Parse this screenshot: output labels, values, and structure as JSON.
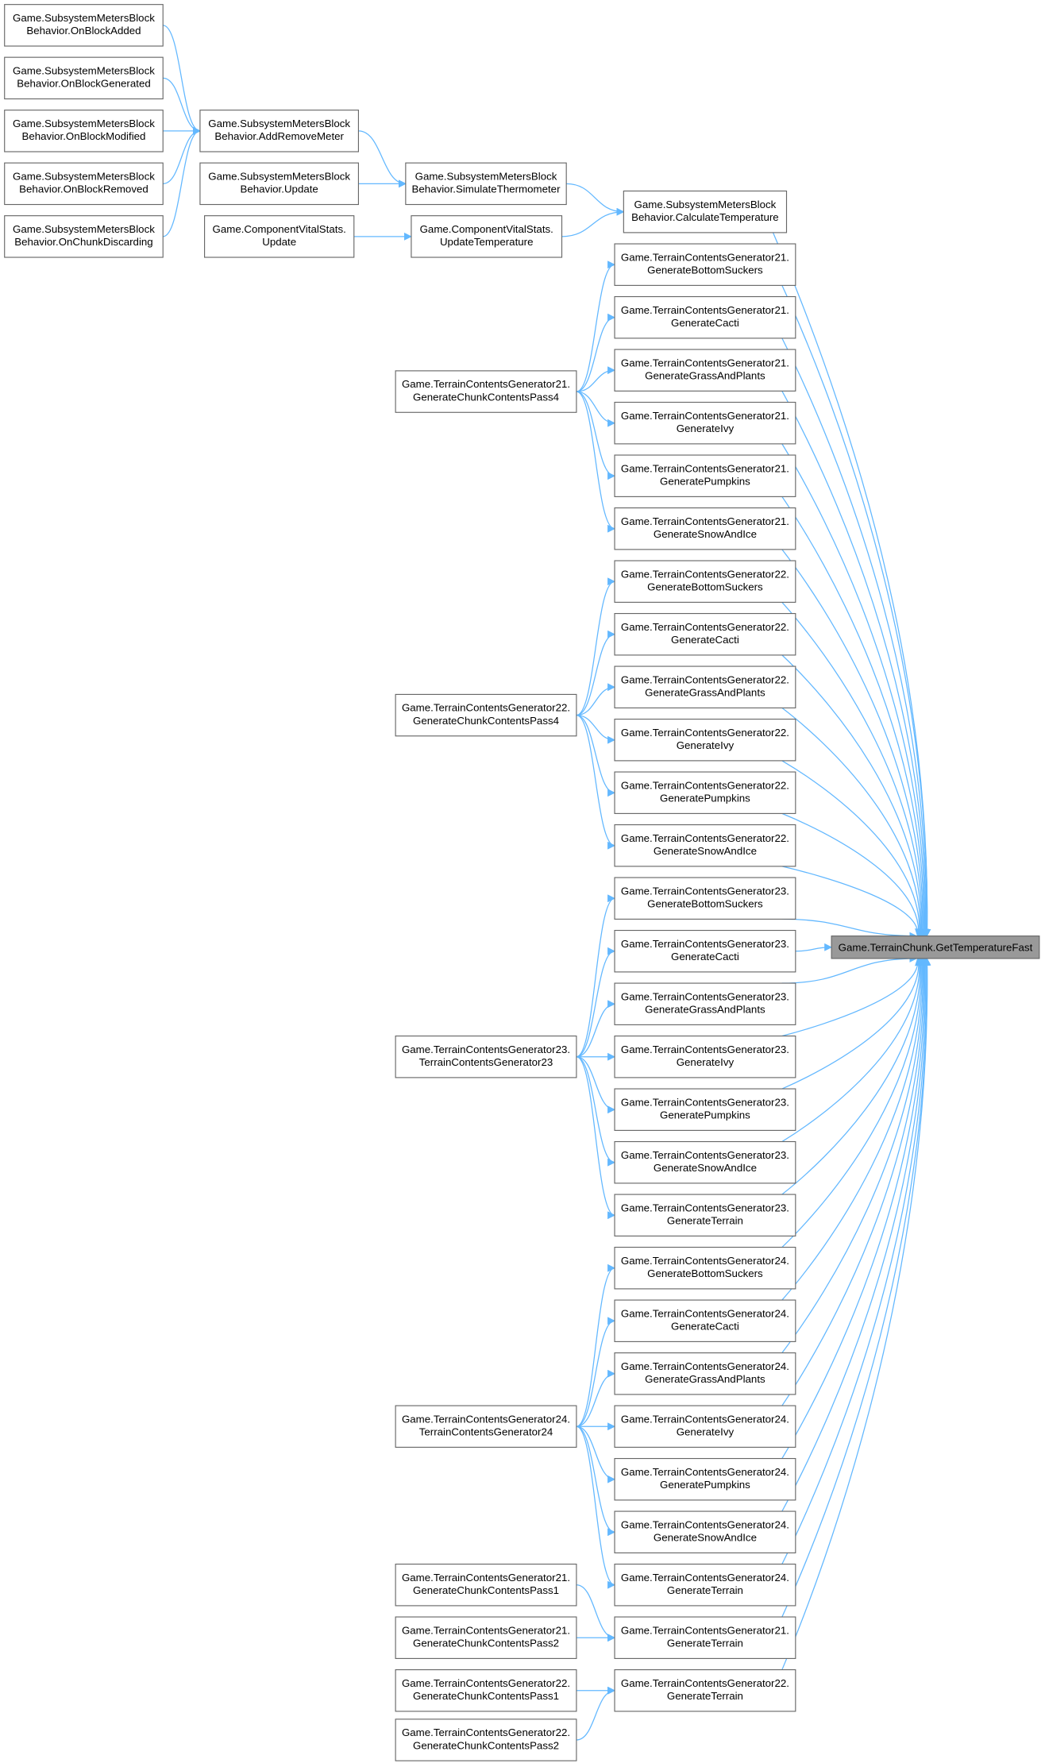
{
  "title": "Game.TerrainChunk.GetTemperatureFast caller graph",
  "colors": {
    "edge": "#63b8ff",
    "node_border": "#666666",
    "target_fill": "#999999"
  },
  "nodes": {
    "onBlockAdded": {
      "l1": "Game.SubsystemMetersBlock",
      "l2": "Behavior.OnBlockAdded"
    },
    "onBlockGenerated": {
      "l1": "Game.SubsystemMetersBlock",
      "l2": "Behavior.OnBlockGenerated"
    },
    "onBlockModified": {
      "l1": "Game.SubsystemMetersBlock",
      "l2": "Behavior.OnBlockModified"
    },
    "onBlockRemoved": {
      "l1": "Game.SubsystemMetersBlock",
      "l2": "Behavior.OnBlockRemoved"
    },
    "onChunkDiscarding": {
      "l1": "Game.SubsystemMetersBlock",
      "l2": "Behavior.OnChunkDiscarding"
    },
    "addRemoveMeter": {
      "l1": "Game.SubsystemMetersBlock",
      "l2": "Behavior.AddRemoveMeter"
    },
    "behaviorUpdate": {
      "l1": "Game.SubsystemMetersBlock",
      "l2": "Behavior.Update"
    },
    "vitalUpdate": {
      "l1": "Game.ComponentVitalStats.",
      "l2": "Update"
    },
    "simThermo": {
      "l1": "Game.SubsystemMetersBlock",
      "l2": "Behavior.SimulateThermometer"
    },
    "updateTemp": {
      "l1": "Game.ComponentVitalStats.",
      "l2": "UpdateTemperature"
    },
    "calcTemp": {
      "l1": "Game.SubsystemMetersBlock",
      "l2": "Behavior.CalculateTemperature"
    },
    "g21_bs": {
      "l1": "Game.TerrainContentsGenerator21.",
      "l2": "GenerateBottomSuckers"
    },
    "g21_ca": {
      "l1": "Game.TerrainContentsGenerator21.",
      "l2": "GenerateCacti"
    },
    "g21_gp": {
      "l1": "Game.TerrainContentsGenerator21.",
      "l2": "GenerateGrassAndPlants"
    },
    "g21_iv": {
      "l1": "Game.TerrainContentsGenerator21.",
      "l2": "GenerateIvy"
    },
    "g21_pu": {
      "l1": "Game.TerrainContentsGenerator21.",
      "l2": "GeneratePumpkins"
    },
    "g21_si": {
      "l1": "Game.TerrainContentsGenerator21.",
      "l2": "GenerateSnowAndIce"
    },
    "g22_bs": {
      "l1": "Game.TerrainContentsGenerator22.",
      "l2": "GenerateBottomSuckers"
    },
    "g22_ca": {
      "l1": "Game.TerrainContentsGenerator22.",
      "l2": "GenerateCacti"
    },
    "g22_gp": {
      "l1": "Game.TerrainContentsGenerator22.",
      "l2": "GenerateGrassAndPlants"
    },
    "g22_iv": {
      "l1": "Game.TerrainContentsGenerator22.",
      "l2": "GenerateIvy"
    },
    "g22_pu": {
      "l1": "Game.TerrainContentsGenerator22.",
      "l2": "GeneratePumpkins"
    },
    "g22_si": {
      "l1": "Game.TerrainContentsGenerator22.",
      "l2": "GenerateSnowAndIce"
    },
    "g23_bs": {
      "l1": "Game.TerrainContentsGenerator23.",
      "l2": "GenerateBottomSuckers"
    },
    "g23_ca": {
      "l1": "Game.TerrainContentsGenerator23.",
      "l2": "GenerateCacti"
    },
    "g23_gp": {
      "l1": "Game.TerrainContentsGenerator23.",
      "l2": "GenerateGrassAndPlants"
    },
    "g23_iv": {
      "l1": "Game.TerrainContentsGenerator23.",
      "l2": "GenerateIvy"
    },
    "g23_pu": {
      "l1": "Game.TerrainContentsGenerator23.",
      "l2": "GeneratePumpkins"
    },
    "g23_si": {
      "l1": "Game.TerrainContentsGenerator23.",
      "l2": "GenerateSnowAndIce"
    },
    "g23_te": {
      "l1": "Game.TerrainContentsGenerator23.",
      "l2": "GenerateTerrain"
    },
    "g24_bs": {
      "l1": "Game.TerrainContentsGenerator24.",
      "l2": "GenerateBottomSuckers"
    },
    "g24_ca": {
      "l1": "Game.TerrainContentsGenerator24.",
      "l2": "GenerateCacti"
    },
    "g24_gp": {
      "l1": "Game.TerrainContentsGenerator24.",
      "l2": "GenerateGrassAndPlants"
    },
    "g24_iv": {
      "l1": "Game.TerrainContentsGenerator24.",
      "l2": "GenerateIvy"
    },
    "g24_pu": {
      "l1": "Game.TerrainContentsGenerator24.",
      "l2": "GeneratePumpkins"
    },
    "g24_si": {
      "l1": "Game.TerrainContentsGenerator24.",
      "l2": "GenerateSnowAndIce"
    },
    "g24_te": {
      "l1": "Game.TerrainContentsGenerator24.",
      "l2": "GenerateTerrain"
    },
    "g21_te": {
      "l1": "Game.TerrainContentsGenerator21.",
      "l2": "GenerateTerrain"
    },
    "g22_te": {
      "l1": "Game.TerrainContentsGenerator22.",
      "l2": "GenerateTerrain"
    },
    "p4_21": {
      "l1": "Game.TerrainContentsGenerator21.",
      "l2": "GenerateChunkContentsPass4"
    },
    "p4_22": {
      "l1": "Game.TerrainContentsGenerator22.",
      "l2": "GenerateChunkContentsPass4"
    },
    "ctor23": {
      "l1": "Game.TerrainContentsGenerator23.",
      "l2": "TerrainContentsGenerator23"
    },
    "ctor24": {
      "l1": "Game.TerrainContentsGenerator24.",
      "l2": "TerrainContentsGenerator24"
    },
    "p1_21": {
      "l1": "Game.TerrainContentsGenerator21.",
      "l2": "GenerateChunkContentsPass1"
    },
    "p2_21": {
      "l1": "Game.TerrainContentsGenerator21.",
      "l2": "GenerateChunkContentsPass2"
    },
    "p1_22": {
      "l1": "Game.TerrainContentsGenerator22.",
      "l2": "GenerateChunkContentsPass1"
    },
    "p2_22": {
      "l1": "Game.TerrainContentsGenerator22.",
      "l2": "GenerateChunkContentsPass2"
    },
    "target": {
      "l1": "Game.TerrainChunk.GetTemperatureFast"
    }
  }
}
